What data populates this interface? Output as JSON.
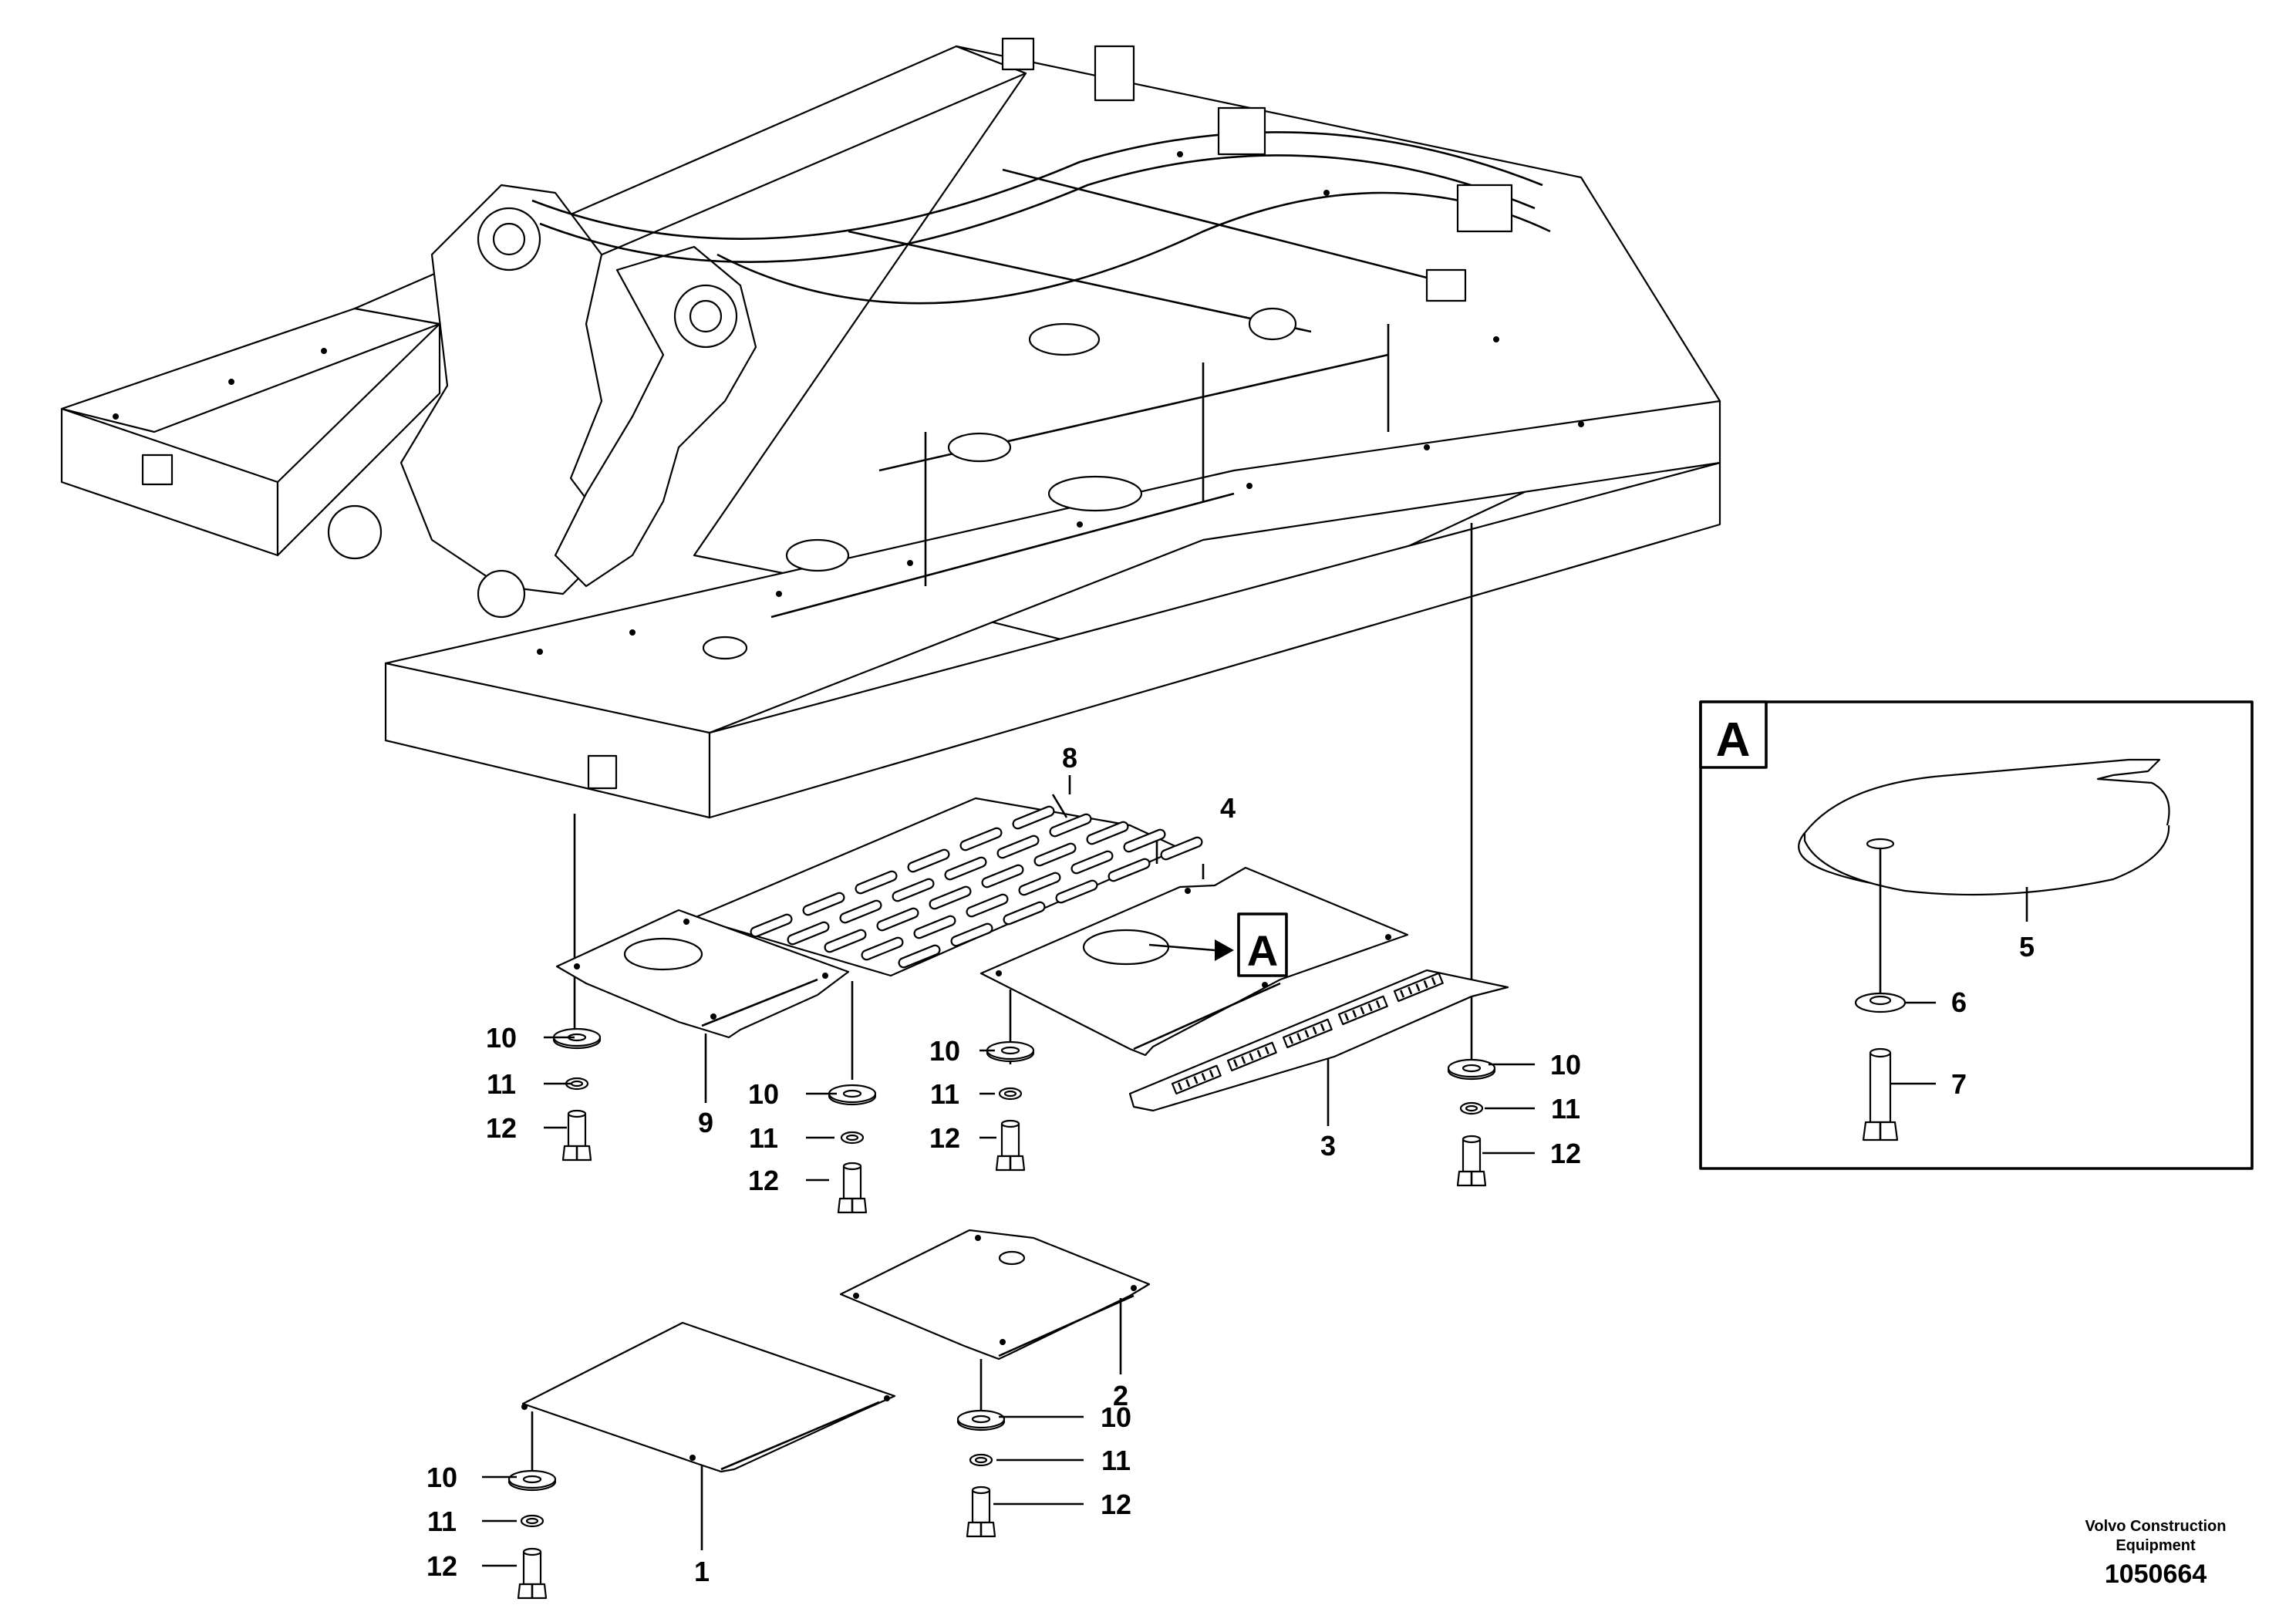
{
  "callouts": {
    "c1": "1",
    "c2": "2",
    "c3": "3",
    "c4": "4",
    "c5": "5",
    "c6": "6",
    "c7": "7",
    "c8": "8",
    "c9": "9",
    "c10": "10",
    "c11": "11",
    "c12": "12"
  },
  "view_marker": "A",
  "detail_view": {
    "label": "A"
  },
  "footer": {
    "company_line1": "Volvo Construction",
    "company_line2": "Equipment",
    "drawing_number": "1050664"
  },
  "colors": {
    "line": "#000000",
    "background": "#ffffff"
  }
}
